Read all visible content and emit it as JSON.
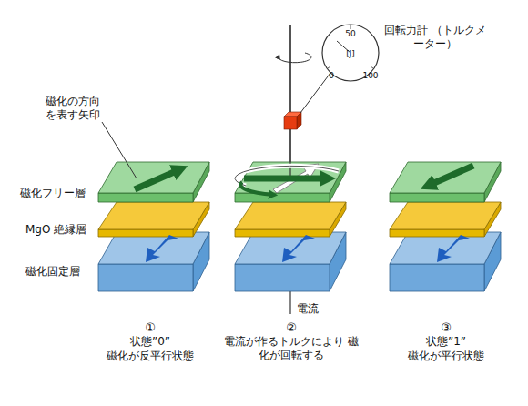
{
  "diagram": {
    "labels": [
      "磁化の方向 を表す矢印",
      "回転力計 （トルクメーター）",
      "50",
      "0",
      "100",
      "[J]",
      "磁化フリー層",
      "MgO 絶縁層",
      "磁化固定層",
      "電流",
      "①",
      "状態”0”",
      "磁化が反平行状態",
      "②",
      "電流が作るトルクにより 磁化が回転する",
      "③",
      "状態”1”",
      "磁化が平行状態"
    ]
  }
}
